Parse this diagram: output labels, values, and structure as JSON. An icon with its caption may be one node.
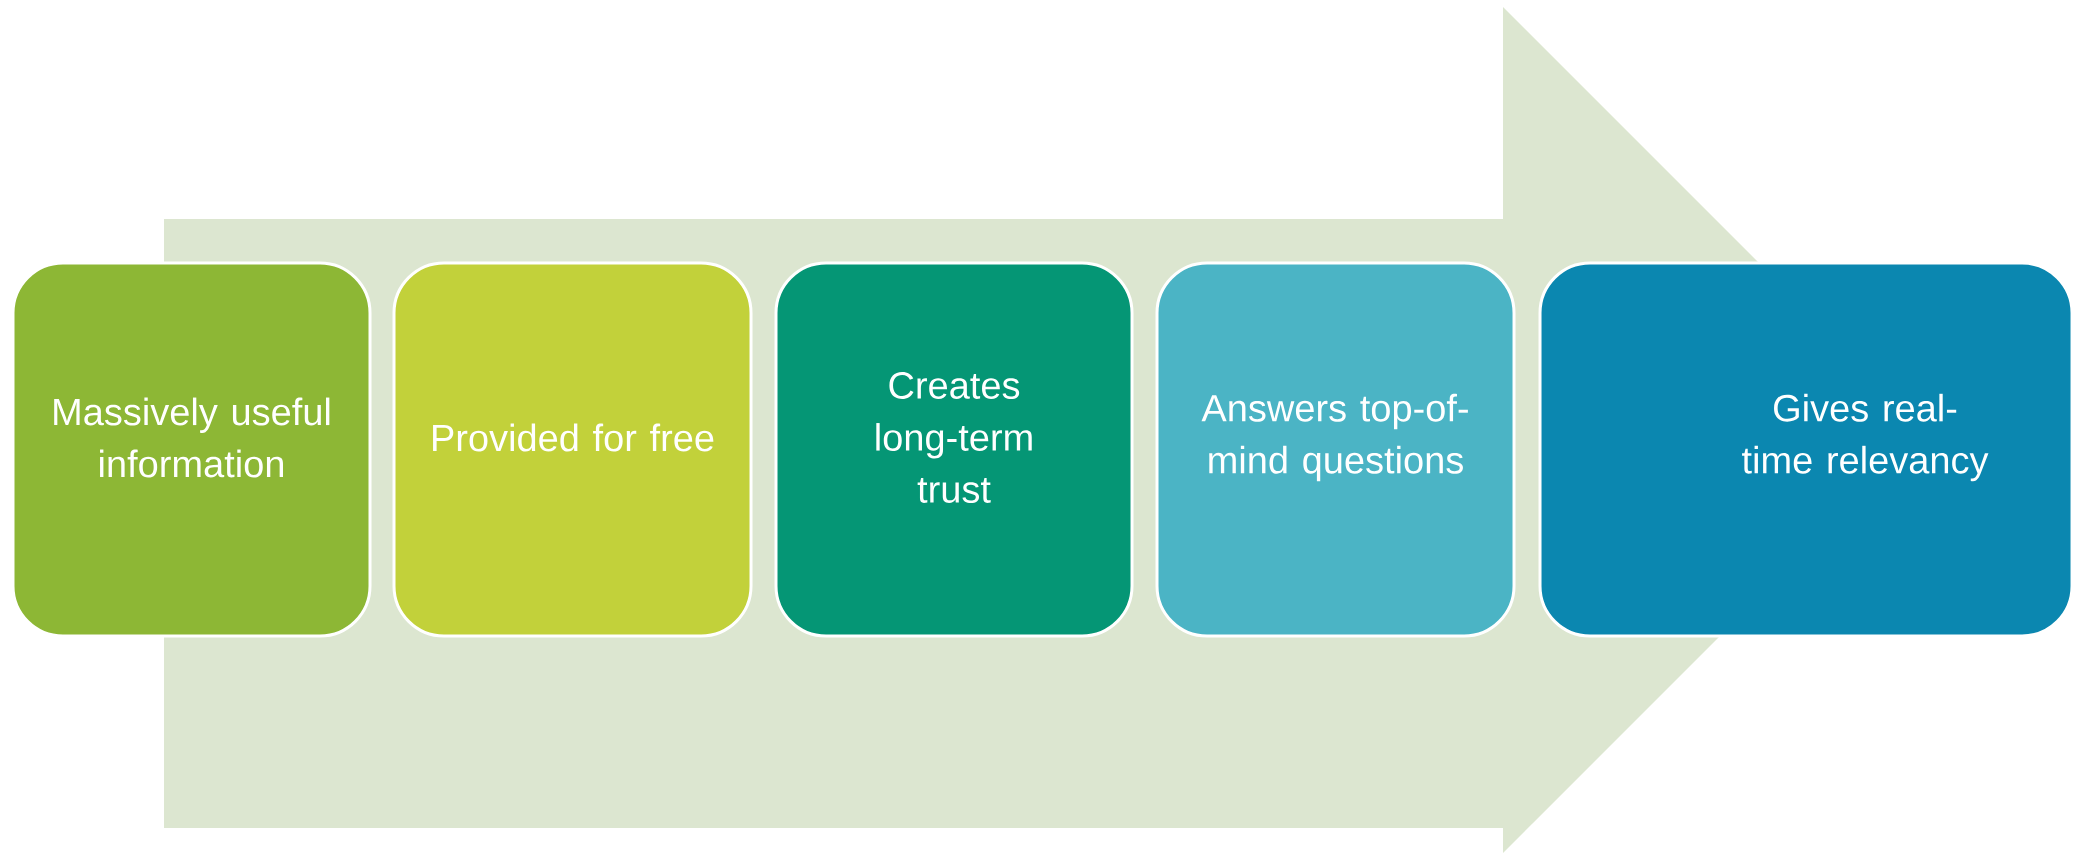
{
  "diagram": {
    "nodes": [
      {
        "text": [
          "Massively useful information"
        ]
      },
      {
        "text": [
          "Provided for free"
        ]
      },
      {
        "text": [
          "Creates long-term trust"
        ]
      },
      {
        "text": [
          "Answers top-of-mind questions"
        ]
      },
      {
        "text": [
          "Gives real-time relevancy"
        ]
      }
    ],
    "edges": [
      {
        "from": 0,
        "to": 4,
        "arrow": "to"
      }
    ]
  }
}
